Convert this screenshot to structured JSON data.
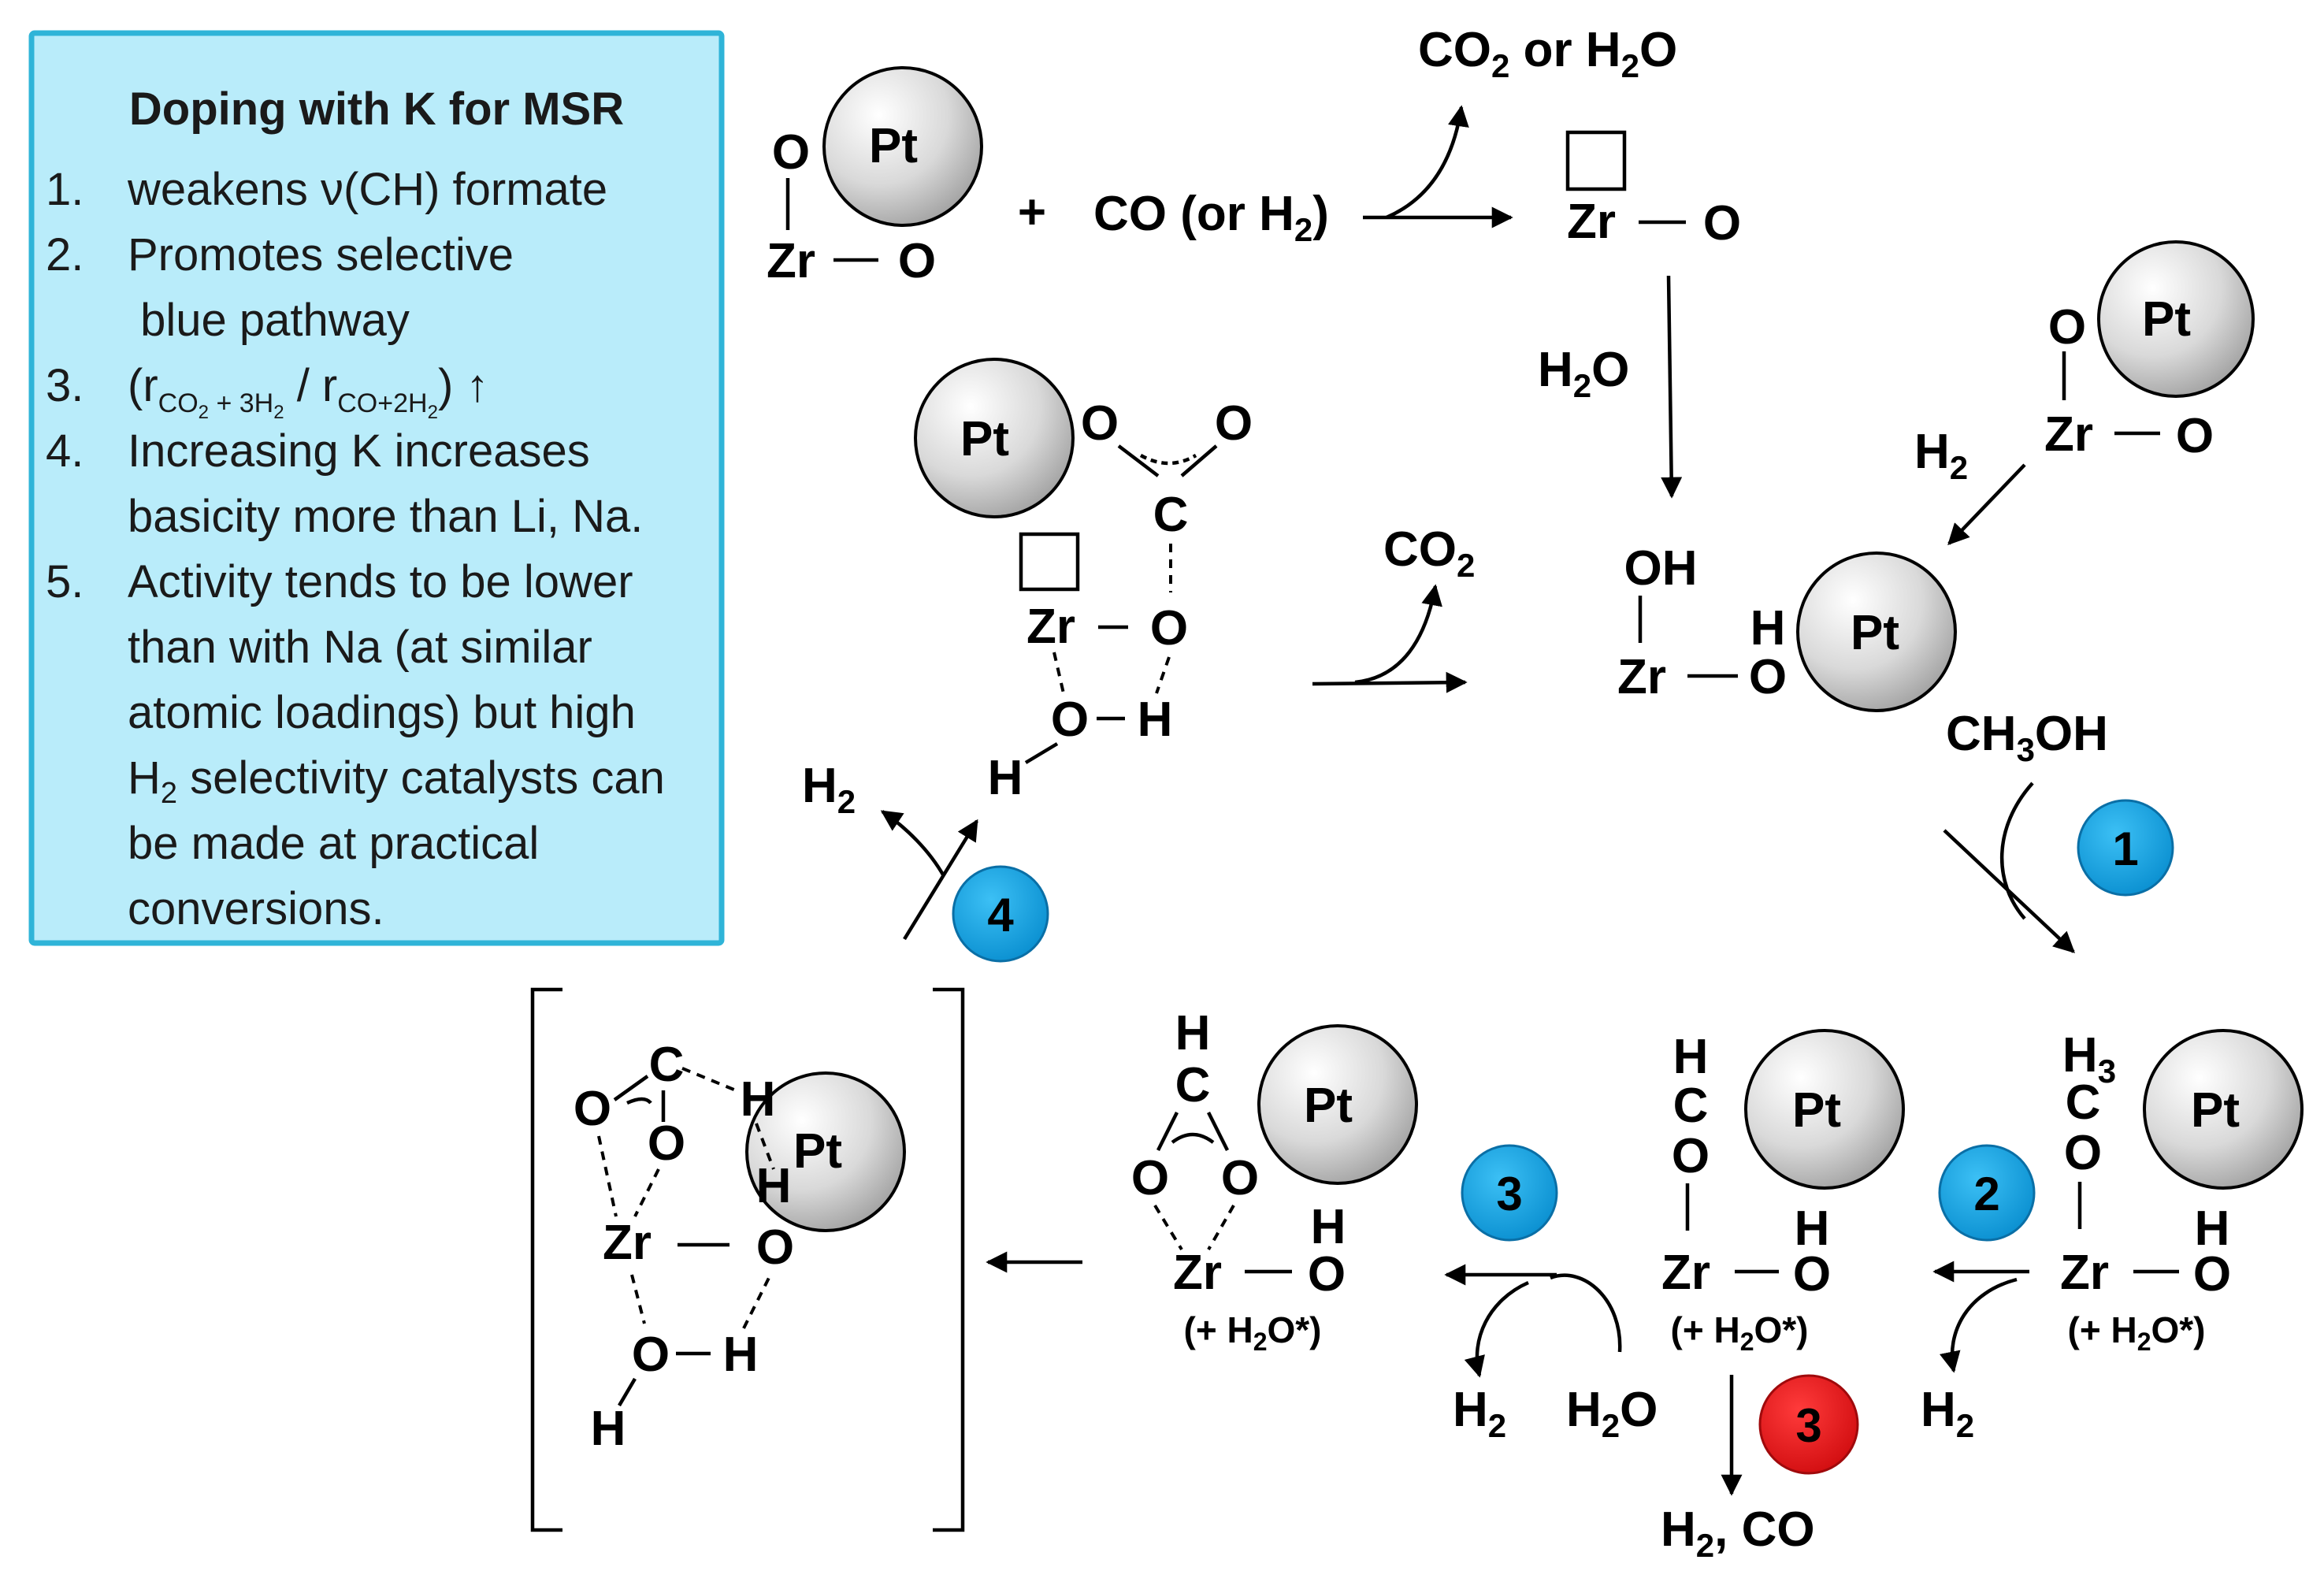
{
  "atoms": {
    "pt": "Pt",
    "zr": "Zr",
    "o": "O",
    "h": "H",
    "c": "C",
    "oh": "OH",
    "h3": "H",
    "h3_sub": "3"
  },
  "info_box": {
    "title": "Doping with K for MSR",
    "items": [
      {
        "num": "1.",
        "lines": [
          "weakens ν(CH) formate"
        ]
      },
      {
        "num": "2.",
        "lines": [
          "Promotes selective",
          " blue pathway"
        ]
      },
      {
        "num": "3.",
        "lines": []
      },
      {
        "num": "4.",
        "lines": [
          "Increasing K increases",
          "basicity more than Li, Na."
        ]
      },
      {
        "num": "5.",
        "lines": [
          "Activity tends to be lower",
          "than with Na (at similar",
          "atomic loadings) but high",
          "selectivity catalysts can",
          "be made at practical",
          "conversions."
        ]
      }
    ],
    "ratio": {
      "open": "(r",
      "sub1": "CO",
      "sub1b": "2",
      "sub1c": " + 3H",
      "sub1d": "2",
      "slash": " / r",
      "sub2": "CO+2H",
      "sub2b": "2",
      "close": ") ↑"
    },
    "h2_prefix": "H",
    "h2_sub": "2"
  },
  "species": {
    "co2_or_h2o": {
      "a": "CO",
      "b": "2",
      "c": " or H",
      "d": "2",
      "e": "O"
    },
    "plus": "+",
    "co_or_h2": {
      "a": "CO (or H",
      "b": "2",
      "c": ")"
    },
    "h2o": {
      "a": "H",
      "b": "2",
      "c": "O"
    },
    "h2": {
      "a": "H",
      "b": "2"
    },
    "co2": {
      "a": "CO",
      "b": "2"
    },
    "ch3oh": {
      "a": "CH",
      "b": "3",
      "c": "OH"
    },
    "h2_co": {
      "a": "H",
      "b": "2",
      "c": ", CO"
    },
    "plus_h2o": {
      "a": "(+ H",
      "b": "2",
      "c": "O*)"
    }
  },
  "badges": [
    {
      "label": "1",
      "color": "#1ba1e2"
    },
    {
      "label": "2",
      "color": "#1ba1e2"
    },
    {
      "label": "3",
      "color": "#1ba1e2"
    },
    {
      "label": "3",
      "color": "#e8161b"
    },
    {
      "label": "4",
      "color": "#1ba1e2"
    }
  ],
  "colors": {
    "box_fill": "#b9ecfa",
    "box_border": "#2fb4d8",
    "blue_badge": "#1ba1e2",
    "red_badge": "#e8161b"
  }
}
